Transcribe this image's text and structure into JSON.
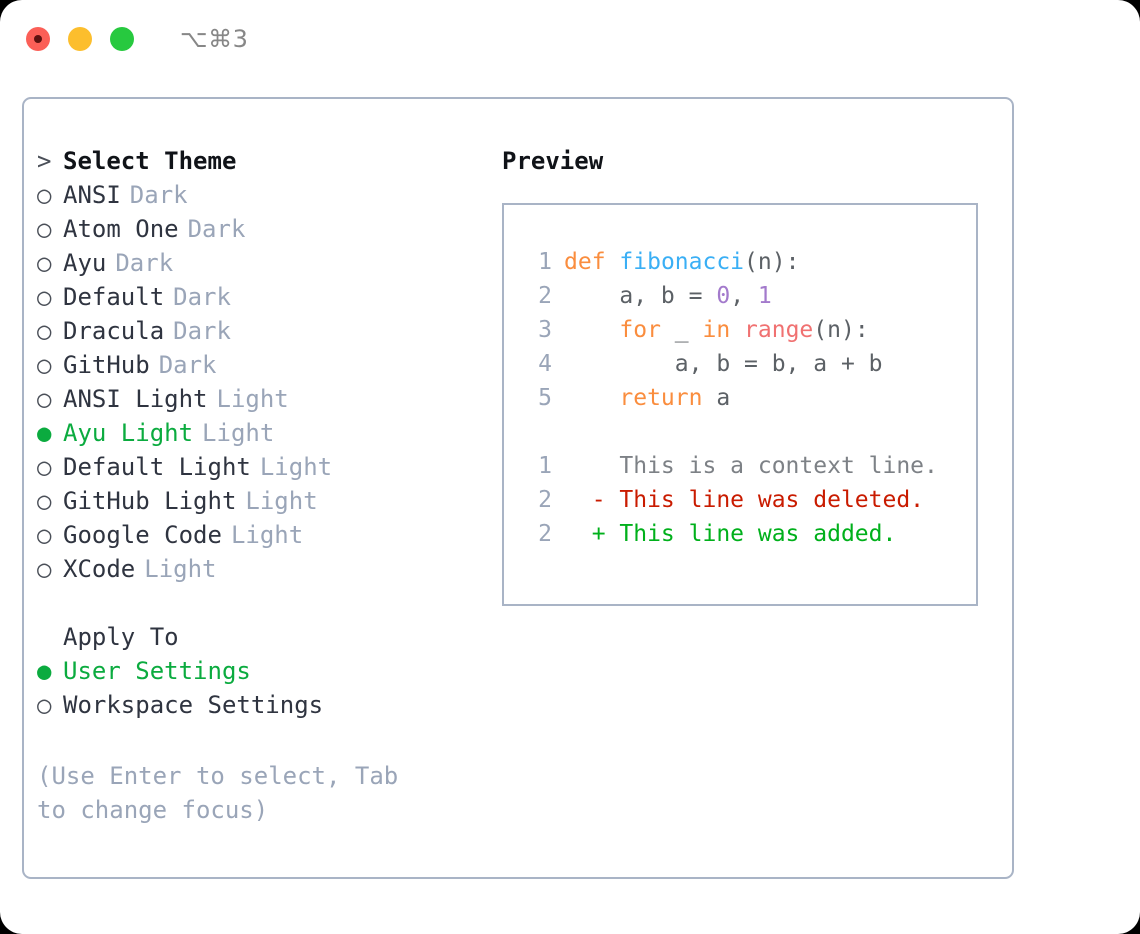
{
  "titlebar": {
    "shortcut": "⌥⌘3",
    "buttons": [
      "close",
      "minimize",
      "maximize"
    ]
  },
  "theme_picker": {
    "header": "Select Theme",
    "header_marker": ">",
    "marker_unselected": "○",
    "marker_selected": "●",
    "accent_color": "#0bab3f",
    "items": [
      {
        "name": "ANSI",
        "tag": "Dark",
        "selected": false
      },
      {
        "name": "Atom One",
        "tag": "Dark",
        "selected": false
      },
      {
        "name": "Ayu",
        "tag": "Dark",
        "selected": false
      },
      {
        "name": "Default",
        "tag": "Dark",
        "selected": false
      },
      {
        "name": "Dracula",
        "tag": "Dark",
        "selected": false
      },
      {
        "name": "GitHub",
        "tag": "Dark",
        "selected": false
      },
      {
        "name": "ANSI Light",
        "tag": "Light",
        "selected": false
      },
      {
        "name": "Ayu Light",
        "tag": "Light",
        "selected": true
      },
      {
        "name": "Default Light",
        "tag": "Light",
        "selected": false
      },
      {
        "name": "GitHub Light",
        "tag": "Light",
        "selected": false
      },
      {
        "name": "Google Code",
        "tag": "Light",
        "selected": false
      },
      {
        "name": "XCode",
        "tag": "Light",
        "selected": false
      }
    ]
  },
  "apply_to": {
    "header": "Apply To",
    "items": [
      {
        "name": "User Settings",
        "selected": true
      },
      {
        "name": "Workspace Settings",
        "selected": false
      }
    ]
  },
  "hint": "(Use Enter to select, Tab to change focus)",
  "preview": {
    "title": "Preview",
    "code_lines": [
      {
        "no": "1",
        "tokens": [
          {
            "t": "def",
            "c": "tok-kw"
          },
          {
            "t": " ",
            "c": "tok-pun"
          },
          {
            "t": "fibonacci",
            "c": "tok-fn"
          },
          {
            "t": "(n):",
            "c": "tok-pun"
          }
        ]
      },
      {
        "no": "2",
        "tokens": [
          {
            "t": "    a, b ",
            "c": "tok-var"
          },
          {
            "t": "= ",
            "c": "tok-pun"
          },
          {
            "t": "0",
            "c": "tok-num"
          },
          {
            "t": ", ",
            "c": "tok-pun"
          },
          {
            "t": "1",
            "c": "tok-num"
          }
        ]
      },
      {
        "no": "3",
        "tokens": [
          {
            "t": "    ",
            "c": "tok-pun"
          },
          {
            "t": "for",
            "c": "tok-kw"
          },
          {
            "t": " _ ",
            "c": "tok-var"
          },
          {
            "t": "in",
            "c": "tok-kw"
          },
          {
            "t": " ",
            "c": "tok-pun"
          },
          {
            "t": "range",
            "c": "tok-bif"
          },
          {
            "t": "(n):",
            "c": "tok-pun"
          }
        ]
      },
      {
        "no": "4",
        "tokens": [
          {
            "t": "        a, b ",
            "c": "tok-var"
          },
          {
            "t": "= ",
            "c": "tok-pun"
          },
          {
            "t": "b, a + b",
            "c": "tok-var"
          }
        ]
      },
      {
        "no": "5",
        "tokens": [
          {
            "t": "    ",
            "c": "tok-pun"
          },
          {
            "t": "return",
            "c": "tok-kw"
          },
          {
            "t": " a",
            "c": "tok-var"
          }
        ]
      }
    ],
    "diff_lines": [
      {
        "no": "1",
        "sign": " ",
        "text": " This is a context line.",
        "kind": "diff-ctx"
      },
      {
        "no": "2",
        "sign": "-",
        "text": " This line was deleted.",
        "kind": "diff-del"
      },
      {
        "no": "2",
        "sign": "+",
        "text": " This line was added.",
        "kind": "diff-add"
      }
    ]
  }
}
